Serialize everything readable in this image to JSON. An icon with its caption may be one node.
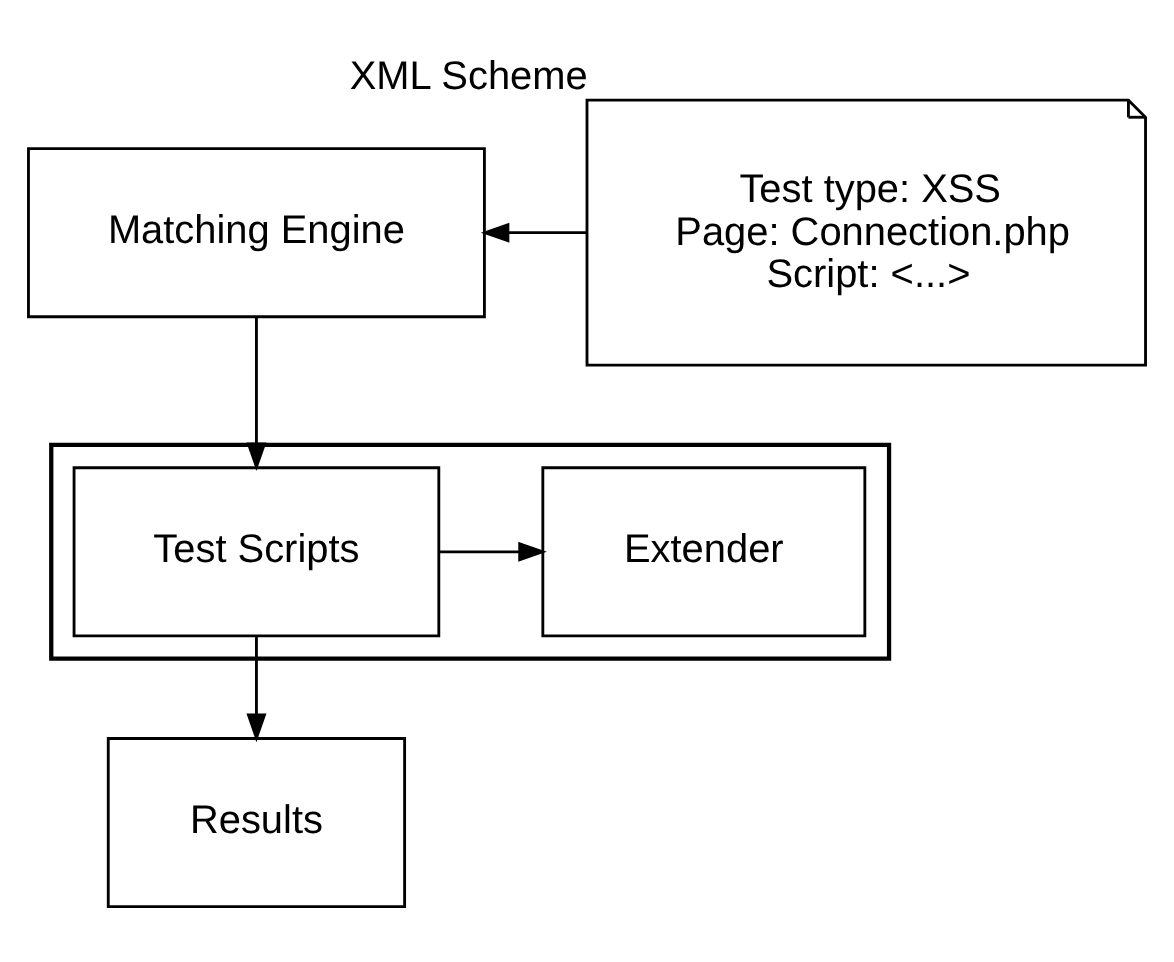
{
  "diagram": {
    "nodes": [
      {
        "text": [
          "Matching Engine"
        ]
      },
      {
        "text": [
          "XML Scheme",
          "Test type: XSS",
          "Page: Connection.php",
          "Script: <...>"
        ]
      },
      {
        "text": [],
        "shape": "box"
      },
      {
        "text": [
          "Test Scripts"
        ],
        "in": 2
      },
      {
        "text": [
          "Extender"
        ],
        "in": 2
      },
      {
        "text": [
          "Results"
        ]
      }
    ],
    "edges": [
      {
        "from": 1,
        "to": 0,
        "arrow": "to"
      },
      {
        "from": 0,
        "to": 3,
        "arrow": "to"
      },
      {
        "from": 3,
        "to": 4,
        "arrow": "to"
      },
      {
        "from": 3,
        "to": 5,
        "arrow": "to"
      }
    ]
  }
}
